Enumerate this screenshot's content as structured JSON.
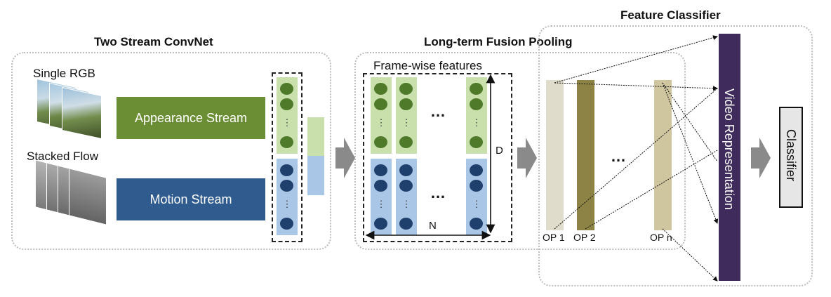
{
  "titles": {
    "two_stream": "Two Stream ConvNet",
    "fusion": "Long-term Fusion Pooling",
    "classifier_section": "Feature Classifier"
  },
  "inputs": {
    "rgb_label": "Single RGB",
    "flow_label": "Stacked Flow"
  },
  "streams": {
    "appearance": "Appearance Stream",
    "motion": "Motion Stream"
  },
  "features": {
    "label": "Frame-wise features",
    "ellipsis_h": "…",
    "ellipsis_v": "⋮",
    "dim_d": "D",
    "dim_n": "N"
  },
  "pooling": {
    "ops": [
      "OP 1",
      "OP 2",
      "OP n"
    ],
    "ellipsis": "…"
  },
  "representation": "Video Representation",
  "classifier": "Classifier",
  "colors": {
    "appearance": "#6b8e34",
    "motion": "#2f5b8f",
    "feat_green": "#c9e0ad",
    "feat_blue": "#a9c6e6",
    "dot_green": "#4e7a2a",
    "dot_blue": "#1f3f6c",
    "op1": "#dfdccb",
    "op2": "#8c8345",
    "opn": "#cfc6a0",
    "rep": "#3f2c5c",
    "arrow": "#8a8a8a",
    "classifier_bg": "#e6e6e6"
  }
}
